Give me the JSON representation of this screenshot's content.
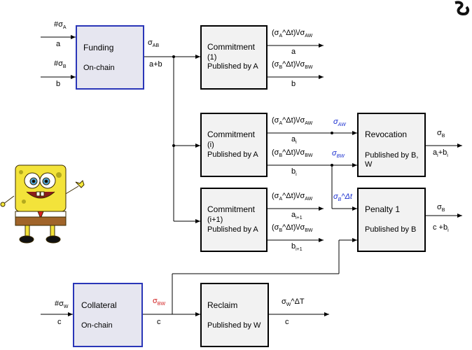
{
  "funding": {
    "title": "Funding",
    "sub": "On-chain",
    "in_a_top": "#σ",
    "in_a_sub": "A",
    "in_a_val": "a",
    "in_b_top": "#σ",
    "in_b_sub": "B",
    "in_b_val": "b",
    "out_sig": "σ",
    "out_sub": "AB",
    "out_val": "a+b"
  },
  "commit1": {
    "title": "Commitment",
    "idx": "(1)",
    "pub": "Published by A",
    "o1a": "(σ",
    "o1b": "A",
    "o1c": "^Δt)\\/σ",
    "o1d": "AW",
    "o1v": "a",
    "o2a": "(σ",
    "o2b": "B",
    "o2c": "^Δt)\\/σ",
    "o2d": "BW",
    "o2v": "b"
  },
  "commiti": {
    "title": "Commitment",
    "idx": "(i)",
    "pub": "Published by A",
    "o1a": "(σ",
    "o1b": "A",
    "o1c": "^Δt)\\/σ",
    "o1d": "AW",
    "o1v": "a",
    "o1vs": "i",
    "o2a": "(σ",
    "o2b": "B",
    "o2c": "^Δt)\\/σ",
    "o2d": "BW",
    "o2v": "b",
    "o2vs": "i"
  },
  "commiti1": {
    "title": "Commitment",
    "idx": "(i+1)",
    "pub": "Published by A",
    "o1a": "(σ",
    "o1b": "A",
    "o1c": "^Δt)\\/σ",
    "o1d": "AW",
    "o1v": "a",
    "o1vs": "i+1",
    "o2a": "(σ",
    "o2b": "B",
    "o2c": "^Δt)\\/σ",
    "o2d": "BW",
    "o2v": "b",
    "o2vs": "i+1"
  },
  "revocation": {
    "title": "Revocation",
    "pub": "Published by B,",
    "pub2": "W",
    "in1": "σ",
    "in1s": "AW",
    "in2": "σ",
    "in2s": "BW",
    "out_sig": "σ",
    "out_sub": "B",
    "out_a": "a",
    "out_as": "i",
    "out_mid": "+b",
    "out_bs": "i"
  },
  "penalty": {
    "title": "Penalty 1",
    "pub": "Published by B",
    "in1": "σ",
    "in1s": "B",
    "in1t": "^Δt",
    "out_sig": "σ",
    "out_sub": "B",
    "out_a": "c +b",
    "out_as": "i"
  },
  "collateral": {
    "title": "Collateral",
    "sub": "On-chain",
    "in_top": "#σ",
    "in_sub": "W",
    "in_val": "c",
    "out_sig": "σ",
    "out_sub": "BW",
    "out_val": "c"
  },
  "reclaim": {
    "title": "Reclaim",
    "pub": "Published by W",
    "out_a": "σ",
    "out_as": "W",
    "out_b": "^ΔT",
    "out_val": "c"
  },
  "colors": {
    "box_fill": "#f2f2f2",
    "funding_border": "#2a36b8",
    "sig_blue": "#1a2fd0",
    "sig_red": "#d01a1a"
  }
}
